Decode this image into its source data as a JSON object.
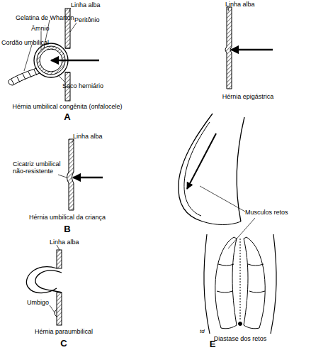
{
  "diagram": {
    "labels": [
      "Linha alba",
      "Gelatina de Wharton",
      "Âmnio",
      "Peritônio",
      "Cordão umbilical",
      "Saco herniário",
      "Hérnia umbilical congênita (onfalocele)",
      "A",
      "Linha alba",
      "Cicatriz umbilical não-resistente",
      "Hérnia umbilical da criança",
      "B",
      "Linha alba",
      "Umbigo",
      "Hérnia paraumbilical",
      "C",
      "Linha alba",
      "Hérnia epigástrica",
      "Musculos retos",
      "Diastase dos retos",
      "td",
      "E"
    ]
  }
}
